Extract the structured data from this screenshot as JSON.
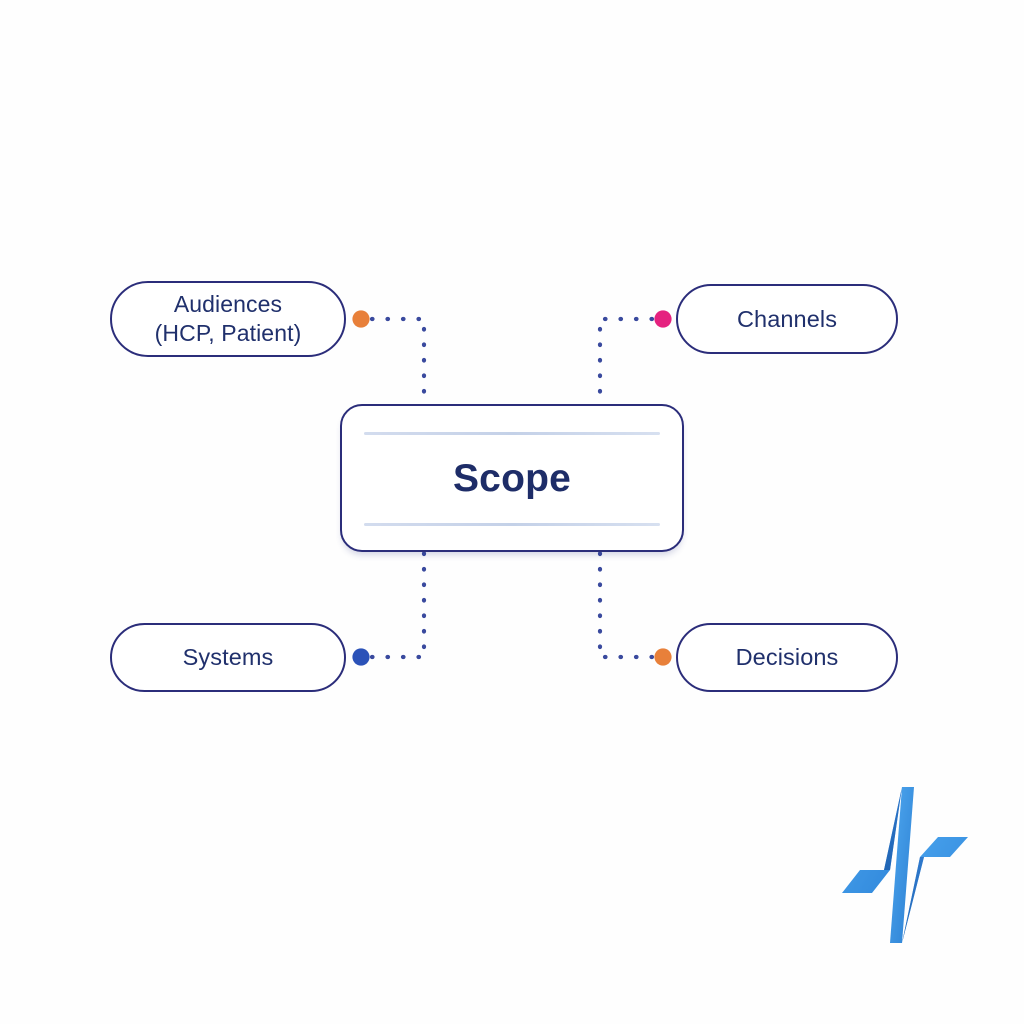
{
  "diagram": {
    "title": "Scope",
    "center": {
      "label": "Scope",
      "has_top_rule": true,
      "has_bottom_rule": true
    },
    "nodes": [
      {
        "id": "audiences",
        "label": "Audiences\n(HCP, Patient)",
        "position": "top-left",
        "connector_dot_color": "#e8803a",
        "connector_dot_name": "orange-connector-dot"
      },
      {
        "id": "channels",
        "label": "Channels",
        "position": "top-right",
        "connector_dot_color": "#e5227f",
        "connector_dot_name": "pink-connector-dot"
      },
      {
        "id": "systems",
        "label": "Systems",
        "position": "bottom-left",
        "connector_dot_color": "#2b52b8",
        "connector_dot_name": "blue-connector-dot"
      },
      {
        "id": "decisions",
        "label": "Decisions",
        "position": "bottom-right",
        "connector_dot_color": "#e8803a",
        "connector_dot_name": "orange-connector-dot"
      }
    ],
    "connector_style": "dotted-elbow",
    "connector_color": "#3a4a9e"
  },
  "brand": {
    "logo_name": "pulse-waveform-logo",
    "logo_color_light": "#3f9ae8",
    "logo_color_dark": "#1f6fd0"
  },
  "colors": {
    "background": "#fefefe",
    "node_border": "#2b2d7a",
    "text_navy": "#20306c",
    "rule": "#ccd8ec",
    "orange": "#e8803a",
    "pink": "#e5227f",
    "blue": "#2b52b8"
  }
}
